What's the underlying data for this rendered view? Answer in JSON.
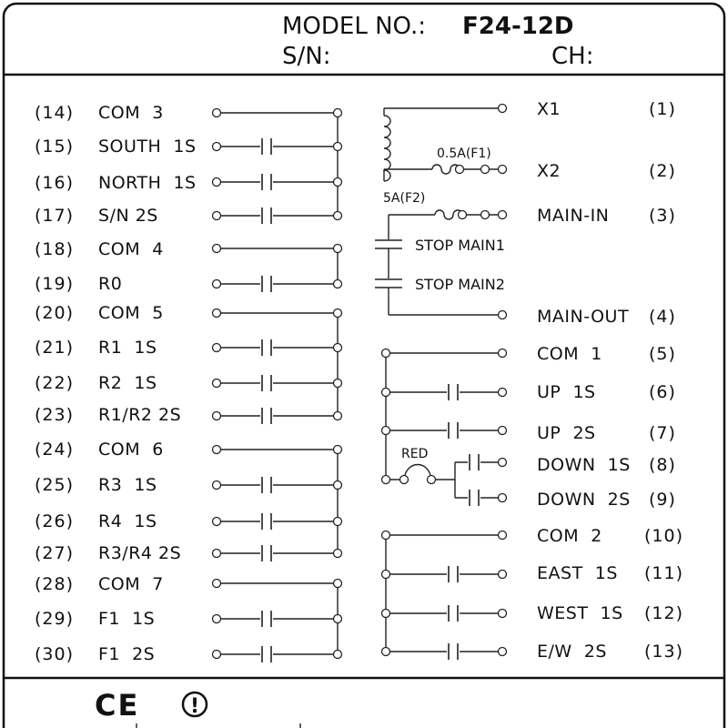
{
  "header": {
    "model_label": "MODEL NO.:",
    "model_value": "F24-12D",
    "sn_label": "S/N:",
    "ch_label": "CH:"
  },
  "left_terminals": [
    {
      "num": "(14)",
      "label": "COM  3"
    },
    {
      "num": "(15)",
      "label": "SOUTH  1S"
    },
    {
      "num": "(16)",
      "label": "NORTH  1S"
    },
    {
      "num": "(17)",
      "label": "S/N 2S"
    },
    {
      "num": "(18)",
      "label": "COM  4"
    },
    {
      "num": "(19)",
      "label": "R0"
    },
    {
      "num": "(20)",
      "label": "COM  5"
    },
    {
      "num": "(21)",
      "label": "R1  1S"
    },
    {
      "num": "(22)",
      "label": "R2  1S"
    },
    {
      "num": "(23)",
      "label": "R1/R2 2S"
    },
    {
      "num": "(24)",
      "label": "COM  6"
    },
    {
      "num": "(25)",
      "label": "R3  1S"
    },
    {
      "num": "(26)",
      "label": "R4  1S"
    },
    {
      "num": "(27)",
      "label": "R3/R4 2S"
    },
    {
      "num": "(28)",
      "label": "COM  7"
    },
    {
      "num": "(29)",
      "label": "F1  1S"
    },
    {
      "num": "(30)",
      "label": "F1  2S"
    }
  ],
  "right_terminals": [
    {
      "num": "(1)",
      "label": "X1"
    },
    {
      "num": "(2)",
      "label": "X2"
    },
    {
      "num": "(3)",
      "label": "MAIN-IN"
    },
    {
      "num": "(4)",
      "label": "MAIN-OUT"
    },
    {
      "num": "(5)",
      "label": "COM  1"
    },
    {
      "num": "(6)",
      "label": "UP  1S"
    },
    {
      "num": "(7)",
      "label": "UP  2S"
    },
    {
      "num": "(8)",
      "label": "DOWN  1S"
    },
    {
      "num": "(9)",
      "label": "DOWN  2S"
    },
    {
      "num": "(10)",
      "label": "COM  2"
    },
    {
      "num": "(11)",
      "label": "EAST  1S"
    },
    {
      "num": "(12)",
      "label": "WEST  1S"
    },
    {
      "num": "(13)",
      "label": "E/W  2S"
    }
  ],
  "components": {
    "fuse1": "0.5A(F1)",
    "fuse2": "5A(F2)",
    "stop1": "STOP MAIN1",
    "stop2": "STOP MAIN2",
    "red": "RED"
  },
  "footer": {
    "ce_mark": "CE",
    "warning_symbol": "!"
  }
}
